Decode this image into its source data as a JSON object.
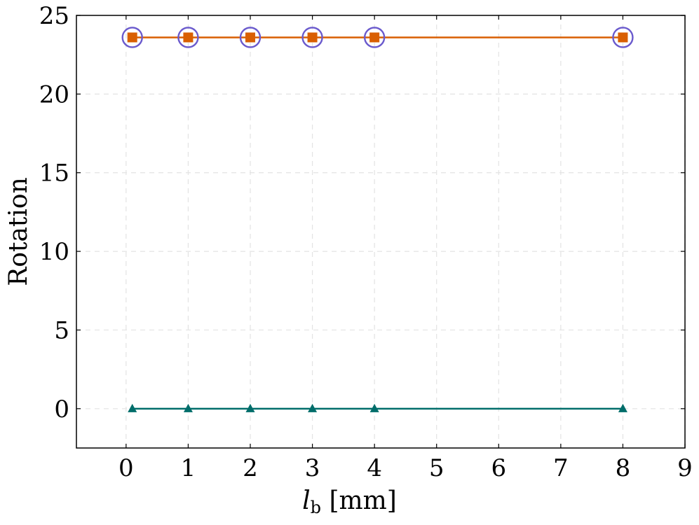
{
  "chart_data": {
    "type": "line",
    "title": "",
    "xlabel": {
      "main": "l",
      "sub": "b",
      "unit": "[mm]"
    },
    "ylabel": "Rotation",
    "xlim": [
      -0.8,
      9
    ],
    "ylim": [
      -2.5,
      25
    ],
    "xticks": [
      "0",
      "1",
      "2",
      "3",
      "4",
      "5",
      "6",
      "7",
      "8",
      "9"
    ],
    "yticks": [
      "0",
      "5",
      "10",
      "15",
      "20",
      "25"
    ],
    "grid": true,
    "series": [
      {
        "marker": "square",
        "color": "#d95f02",
        "x": [
          0.1,
          1,
          2,
          3,
          4,
          8
        ],
        "y": [
          23.6,
          23.6,
          23.6,
          23.6,
          23.6,
          23.6
        ]
      },
      {
        "marker": "circle",
        "color": "#6a5acd",
        "line": false,
        "x": [
          0.1,
          1,
          2,
          3,
          4,
          8
        ],
        "y": [
          23.6,
          23.6,
          23.6,
          23.6,
          23.6,
          23.6
        ]
      },
      {
        "marker": "triangle",
        "color": "#006d6a",
        "x": [
          0.1,
          1,
          2,
          3,
          4,
          8
        ],
        "y": [
          0,
          0,
          0,
          0,
          0,
          0
        ]
      }
    ]
  }
}
